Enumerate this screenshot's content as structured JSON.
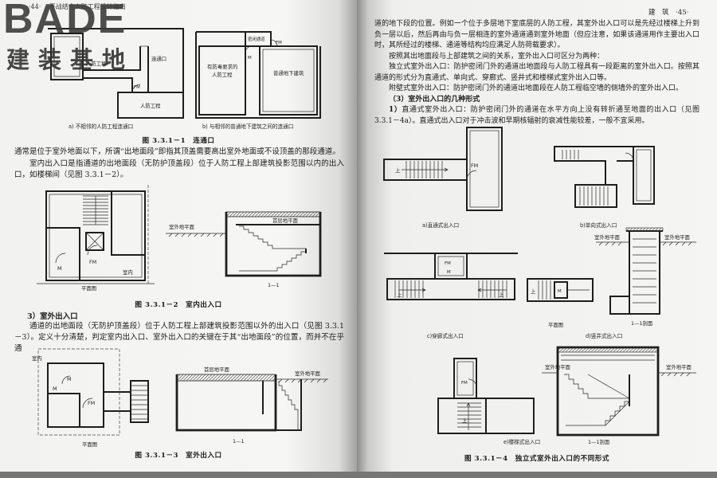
{
  "logo": {
    "brand": "BADE",
    "sub": "建装基地"
  },
  "left_page": {
    "page_number": "·44·",
    "running_head": "平战结合人防工程设计指南",
    "fig1": {
      "a": {
        "civil_top": "人防工程",
        "connect": "连通口",
        "fm": "FM",
        "civil_bottom": "人防工程",
        "caption": "a) 不相邻的人防工程连通口"
      },
      "b": {
        "protected_line1": "有防毒要求的",
        "protected_line2": "人防工程",
        "ordinary": "普通地下建筑",
        "airtight": "密闭通道",
        "m": "M",
        "fm": "FM",
        "caption": "b) 与相邻的普通地下建筑之间的连通口"
      },
      "caption": "图 3.3.1－1　连通口"
    },
    "para_continue": "通常是位于室外地面以下，所谓“出地面段”即指其顶盖需要高出室外地面或不设顶盖的那段通道。",
    "para_indoor": "室内出入口是指通道的出地面段（无防护顶盖段）位于人防工程上部建筑投影范围以内的出入口，如楼梯间（见图 3.3.1－2）。",
    "fig2": {
      "m": "M",
      "fm": "FM",
      "indoor": "室内",
      "plan": "平面图",
      "outdoor_ground": "室外地平面",
      "first_floor": "首层地平面",
      "section": "1—1",
      "caption": "图 3.3.1－2　室内出入口"
    },
    "heading_outdoor": "3）室外出入口",
    "para_outdoor": "通道的出地面段（无防护顶盖段）位于人防工程上部建筑投影范围以外的出入口（见图 3.3.1－3）。定义十分清楚，判定室内出入口、室外出入口的关键在于其“出地面段”的位置，而并不在乎通",
    "fig3": {
      "indoor": "室内",
      "m1": "M",
      "m2": "M",
      "fm": "FM",
      "plan": "平面图",
      "first_floor": "首层地平面",
      "outdoor_ground": "室外地平面",
      "section": "1—1",
      "caption": "图 3.3.1－3　室外出入口"
    }
  },
  "right_page": {
    "running_head": "建　筑",
    "page_number": "·45·",
    "para_continue": "道的地下段的位置。例如一个位于多层地下室底层的人防工程，其室外出入口可以是先经过楼梯上升到负一层以后，然后再由与负一层相连的室外通道通到室外地面（但应注意，如果该通道用作主要出入口时，其所经过的楼梯、通道等结构均应满足人防荷载要求）。",
    "para_classify": "按照其出地面段与上部建筑之间的关系，室外出入口可区分为两种：",
    "para_independent": "独立式室外出入口：防护密闭门外的通道出地面段与人防工程具有一段距离的室外出入口。按照其通道的形式分为直通式、单向式、穿廊式、竖井式和楼梯式室外出入口等。",
    "para_attached": "附壁式室外出入口：防护密闭门外的通道出地面段在人防工程临空墙的侧墙外的室外出入口。",
    "heading_forms": "（3）室外出入口的几种形式",
    "para_straight_num": "1）",
    "para_straight": "直通式室外出入口：防护密闭门外的通道在水平方向上没有转折通至地面的出入口（见图 3.3.1－4a）。直通式出入口对于冲击波和早期核辐射的衰减性能较差，一般不宜采用。",
    "fig4": {
      "a": {
        "up": "上",
        "fm": "FM",
        "caption": "a)直通式出入口"
      },
      "b": {
        "caption": "b)单向式出入口"
      },
      "c": {
        "fm": "FM",
        "m": "M",
        "up_left": "上",
        "up_right": "上",
        "caption": "c)穿廊式出入口"
      },
      "d": {
        "up": "上",
        "m": "M",
        "plan": "平面图",
        "ground_left": "室外地平面",
        "ground_right": "室外地平面",
        "section": "1—1剖面",
        "caption": "d)竖井式出入口"
      },
      "e": {
        "fm": "FM",
        "up": "上",
        "ground_left": "室外地平面",
        "ground_right": "室外地平面",
        "section": "1—1剖面",
        "caption": "e)楼梯式出入口"
      },
      "caption": "图 3.3.1－4　独立式室外出入口的不同形式"
    }
  }
}
